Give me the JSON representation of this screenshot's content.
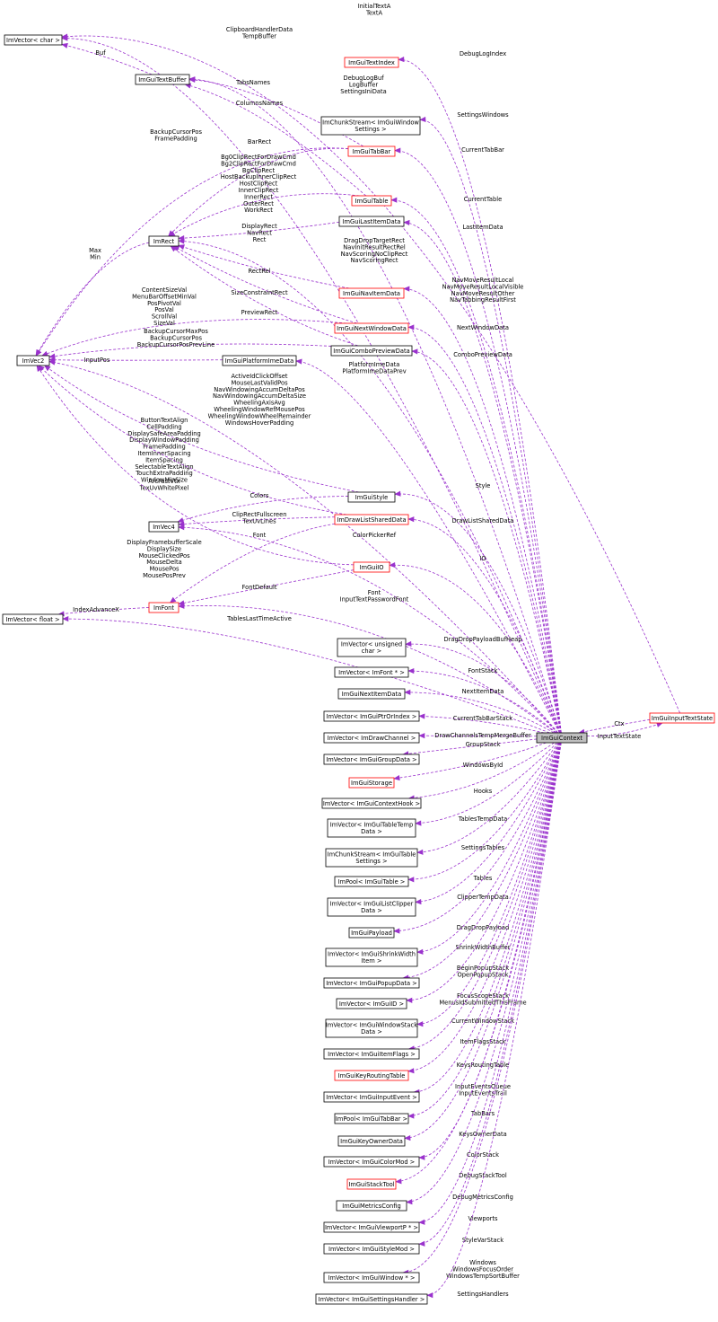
{
  "nodes": {
    "vec_char": {
      "lines": [
        "ImVector< char >"
      ],
      "red": false
    },
    "text_buffer": {
      "lines": [
        "ImGuiTextBuffer"
      ],
      "red": false
    },
    "text_index": {
      "lines": [
        "ImGuiTextIndex"
      ],
      "red": true
    },
    "chunk_window_settings": {
      "lines": [
        "ImChunkStream< ImGuiWindow",
        "Settings >"
      ],
      "red": false
    },
    "tab_bar": {
      "lines": [
        "ImGuiTabBar"
      ],
      "red": true
    },
    "table": {
      "lines": [
        "ImGuiTable"
      ],
      "red": true
    },
    "rect": {
      "lines": [
        "ImRect"
      ],
      "red": false
    },
    "last_item": {
      "lines": [
        "ImGuiLastItemData"
      ],
      "red": false
    },
    "nav_item": {
      "lines": [
        "ImGuiNavItemData"
      ],
      "red": true
    },
    "next_window": {
      "lines": [
        "ImGuiNextWindowData"
      ],
      "red": true
    },
    "combo_preview": {
      "lines": [
        "ImGuiComboPreviewData"
      ],
      "red": false
    },
    "vec2": {
      "lines": [
        "ImVec2"
      ],
      "red": false
    },
    "platform_ime": {
      "lines": [
        "ImGuiPlatformImeData"
      ],
      "red": false
    },
    "style": {
      "lines": [
        "ImGuiStyle"
      ],
      "red": false
    },
    "vec4": {
      "lines": [
        "ImVec4"
      ],
      "red": false
    },
    "draw_list_shared": {
      "lines": [
        "ImDrawListSharedData"
      ],
      "red": true
    },
    "io": {
      "lines": [
        "ImGuiIO"
      ],
      "red": true
    },
    "font": {
      "lines": [
        "ImFont"
      ],
      "red": true
    },
    "vec_float": {
      "lines": [
        "ImVector< float >"
      ],
      "red": false
    },
    "input_text_state": {
      "lines": [
        "ImGuiInputTextState"
      ],
      "red": true
    },
    "context": {
      "lines": [
        "ImGuiContext"
      ],
      "red": false
    },
    "vec_uchar": {
      "lines": [
        "ImVector< unsigned",
        "char >"
      ],
      "red": false
    },
    "vec_font_ptr": {
      "lines": [
        "ImVector< ImFont * >"
      ],
      "red": false
    },
    "next_item": {
      "lines": [
        "ImGuiNextItemData"
      ],
      "red": false
    },
    "vec_ptr_or_index": {
      "lines": [
        "ImVector< ImGuiPtrOrIndex >"
      ],
      "red": false
    },
    "vec_draw_channel": {
      "lines": [
        "ImVector< ImDrawChannel >"
      ],
      "red": false
    },
    "vec_group_data": {
      "lines": [
        "ImVector< ImGuiGroupData >"
      ],
      "red": false
    },
    "storage": {
      "lines": [
        "ImGuiStorage"
      ],
      "red": true
    },
    "vec_context_hook": {
      "lines": [
        "ImVector< ImGuiContextHook >"
      ],
      "red": false
    },
    "vec_table_temp": {
      "lines": [
        "ImVector< ImGuiTableTemp",
        "Data >"
      ],
      "red": false
    },
    "chunk_table_settings": {
      "lines": [
        "ImChunkStream< ImGuiTable",
        "Settings >"
      ],
      "red": false
    },
    "pool_table": {
      "lines": [
        "ImPool< ImGuiTable >"
      ],
      "red": false
    },
    "vec_list_clipper": {
      "lines": [
        "ImVector< ImGuiListClipper",
        "Data >"
      ],
      "red": false
    },
    "payload": {
      "lines": [
        "ImGuiPayload"
      ],
      "red": false
    },
    "vec_shrink_width": {
      "lines": [
        "ImVector< ImGuiShrinkWidth",
        "Item >"
      ],
      "red": false
    },
    "vec_popup_data": {
      "lines": [
        "ImVector< ImGuiPopupData >"
      ],
      "red": false
    },
    "vec_id": {
      "lines": [
        "ImVector< ImGuiID >"
      ],
      "red": false
    },
    "vec_window_stack": {
      "lines": [
        "ImVector< ImGuiWindowStack",
        "Data >"
      ],
      "red": false
    },
    "vec_item_flags": {
      "lines": [
        "ImVector< ImGuiItemFlags >"
      ],
      "red": false
    },
    "key_routing": {
      "lines": [
        "ImGuiKeyRoutingTable"
      ],
      "red": true
    },
    "vec_input_event": {
      "lines": [
        "ImVector< ImGuiInputEvent >"
      ],
      "red": false
    },
    "pool_tab_bar": {
      "lines": [
        "ImPool< ImGuiTabBar >"
      ],
      "red": false
    },
    "key_owner": {
      "lines": [
        "ImGuiKeyOwnerData"
      ],
      "red": false
    },
    "vec_color_mod": {
      "lines": [
        "ImVector< ImGuiColorMod >"
      ],
      "red": false
    },
    "stack_tool": {
      "lines": [
        "ImGuiStackTool"
      ],
      "red": true
    },
    "metrics_config": {
      "lines": [
        "ImGuiMetricsConfig"
      ],
      "red": false
    },
    "vec_viewport": {
      "lines": [
        "ImVector< ImGuiViewportP * >"
      ],
      "red": false
    },
    "vec_style_mod": {
      "lines": [
        "ImVector< ImGuiStyleMod >"
      ],
      "red": false
    },
    "vec_window_ptr": {
      "lines": [
        "ImVector< ImGuiWindow * >"
      ],
      "red": false
    },
    "vec_settings_handler": {
      "lines": [
        "ImVector< ImGuiSettingsHandler >"
      ],
      "red": false
    }
  },
  "edges": [
    {
      "from": "input_text_state",
      "to": "vec_char",
      "label": [
        "InitialTextA",
        "TextA"
      ]
    },
    {
      "from": "context",
      "to": "vec_char",
      "label": [
        "ClipboardHandlerData",
        "TempBuffer"
      ]
    },
    {
      "from": "text_buffer",
      "to": "vec_char",
      "label": [
        "Buf"
      ]
    },
    {
      "from": "context",
      "to": "text_index",
      "label": [
        "DebugLogIndex"
      ]
    },
    {
      "from": "context",
      "to": "text_buffer",
      "label": [
        "DebugLogBuf",
        "LogBuffer",
        "SettingsIniData"
      ]
    },
    {
      "from": "tab_bar",
      "to": "text_buffer",
      "label": [
        "TabsNames"
      ]
    },
    {
      "from": "table",
      "to": "text_buffer",
      "label": [
        "ColumnsNames"
      ]
    },
    {
      "from": "context",
      "to": "chunk_window_settings",
      "label": [
        "SettingsWindows"
      ]
    },
    {
      "from": "context",
      "to": "tab_bar",
      "label": [
        "CurrentTabBar"
      ]
    },
    {
      "from": "tab_bar",
      "to": "vec2",
      "label": [
        "BackupCursorPos",
        "FramePadding"
      ]
    },
    {
      "from": "tab_bar",
      "to": "rect",
      "label": [
        "BarRect"
      ]
    },
    {
      "from": "table",
      "to": "rect",
      "label": [
        "Bg0ClipRectForDrawCmd",
        "Bg2ClipRectForDrawCmd",
        "BgClipRect",
        "HostBackupInnerClipRect",
        "HostClipRect",
        "InnerClipRect",
        "InnerRect",
        "OuterRect",
        "WorkRect"
      ]
    },
    {
      "from": "context",
      "to": "table",
      "label": [
        "CurrentTable"
      ]
    },
    {
      "from": "context",
      "to": "last_item",
      "label": [
        "LastItemData"
      ]
    },
    {
      "from": "last_item",
      "to": "rect",
      "label": [
        "DisplayRect",
        "NavRect",
        "Rect"
      ]
    },
    {
      "from": "context",
      "to": "rect",
      "label": [
        "DragDropTargetRect",
        "NavInitResultRectRel",
        "NavScoringNoClipRect",
        "NavScoringRect"
      ]
    },
    {
      "from": "rect",
      "to": "vec2",
      "label": [
        "Max",
        "Min"
      ]
    },
    {
      "from": "nav_item",
      "to": "rect",
      "label": [
        "RectRel"
      ]
    },
    {
      "from": "context",
      "to": "nav_item",
      "label": [
        "NavMoveResultLocal",
        "NavMoveResultLocalVisible",
        "NavMoveResultOther",
        "NavTabbingResultFirst"
      ]
    },
    {
      "from": "next_window",
      "to": "rect",
      "label": [
        "SizeConstraintRect"
      ]
    },
    {
      "from": "combo_preview",
      "to": "rect",
      "label": [
        "PreviewRect"
      ]
    },
    {
      "from": "next_window",
      "to": "vec2",
      "label": [
        "ContentSizeVal",
        "MenuBarOffsetMinVal",
        "PosPivotVal",
        "PosVal",
        "ScrollVal",
        "SizeVal"
      ]
    },
    {
      "from": "context",
      "to": "next_window",
      "label": [
        "NextWindowData"
      ]
    },
    {
      "from": "combo_preview",
      "to": "vec2",
      "label": [
        "BackupCursorMaxPos",
        "BackupCursorPos",
        "BackupCursorPosPrevLine"
      ]
    },
    {
      "from": "context",
      "to": "combo_preview",
      "label": [
        "ComboPreviewData"
      ]
    },
    {
      "from": "platform_ime",
      "to": "vec2",
      "label": [
        "InputPos"
      ]
    },
    {
      "from": "context",
      "to": "platform_ime",
      "label": [
        "PlatformImeData",
        "PlatformImeDataPrev"
      ]
    },
    {
      "from": "context",
      "to": "vec2",
      "label": [
        "ActiveIdClickOffset",
        "MouseLastValidPos",
        "NavWindowingAccumDeltaPos",
        "NavWindowingAccumDeltaSize",
        "WheelingAxisAvg",
        "WheelingWindowRefMousePos",
        "WheelingWindowWheelRemainder",
        "WindowsHoverPadding"
      ]
    },
    {
      "from": "style",
      "to": "vec2",
      "label": [
        "ButtonTextAlign",
        "CellPadding",
        "DisplaySafeAreaPadding",
        "DisplayWindowPadding",
        "FramePadding",
        "ItemInnerSpacing",
        "ItemSpacing",
        "SelectableTextAlign",
        "TouchExtraPadding",
        "WindowMinSize",
        "..."
      ]
    },
    {
      "from": "draw_list_shared",
      "to": "vec2",
      "label": [
        "ArcFastVtx",
        "TexUvWhitePixel"
      ]
    },
    {
      "from": "context",
      "to": "style",
      "label": [
        "Style"
      ]
    },
    {
      "from": "style",
      "to": "vec4",
      "label": [
        "Colors"
      ]
    },
    {
      "from": "draw_list_shared",
      "to": "vec4",
      "label": [
        "ClipRectFullscreen",
        "TexUvLines"
      ]
    },
    {
      "from": "context",
      "to": "draw_list_shared",
      "label": [
        "DrawListSharedData"
      ]
    },
    {
      "from": "draw_list_shared",
      "to": "font",
      "label": [
        "Font"
      ]
    },
    {
      "from": "context",
      "to": "vec4",
      "label": [
        "ColorPickerRef"
      ]
    },
    {
      "from": "context",
      "to": "io",
      "label": [
        "IO"
      ]
    },
    {
      "from": "io",
      "to": "vec2",
      "label": [
        "DisplayFramebufferScale",
        "DisplaySize",
        "MouseClickedPos",
        "MouseDelta",
        "MousePos",
        "MousePosPrev"
      ]
    },
    {
      "from": "io",
      "to": "font",
      "label": [
        "FontDefault"
      ]
    },
    {
      "from": "context",
      "to": "font",
      "label": [
        "Font",
        "InputTextPasswordFont"
      ]
    },
    {
      "from": "font",
      "to": "vec_float",
      "label": [
        "IndexAdvanceX"
      ]
    },
    {
      "from": "context",
      "to": "vec_float",
      "label": [
        "TablesLastTimeActive"
      ]
    },
    {
      "from": "input_text_state",
      "to": "context",
      "label": [
        "Ctx"
      ]
    },
    {
      "from": "context",
      "to": "input_text_state",
      "label": [
        "InputTextState"
      ]
    },
    {
      "from": "context",
      "to": "vec_uchar",
      "label": [
        "DragDropPayloadBufHeap"
      ]
    },
    {
      "from": "context",
      "to": "vec_font_ptr",
      "label": [
        "FontStack"
      ]
    },
    {
      "from": "context",
      "to": "next_item",
      "label": [
        "NextItemData"
      ]
    },
    {
      "from": "context",
      "to": "vec_ptr_or_index",
      "label": [
        "CurrentTabBarStack"
      ]
    },
    {
      "from": "context",
      "to": "vec_draw_channel",
      "label": [
        "DrawChannelsTempMergeBuffer"
      ]
    },
    {
      "from": "context",
      "to": "vec_group_data",
      "label": [
        "GroupStack"
      ]
    },
    {
      "from": "context",
      "to": "storage",
      "label": [
        "WindowsById"
      ]
    },
    {
      "from": "context",
      "to": "vec_context_hook",
      "label": [
        "Hooks"
      ]
    },
    {
      "from": "context",
      "to": "vec_table_temp",
      "label": [
        "TablesTempData"
      ]
    },
    {
      "from": "context",
      "to": "chunk_table_settings",
      "label": [
        "SettingsTables"
      ]
    },
    {
      "from": "context",
      "to": "pool_table",
      "label": [
        "Tables"
      ]
    },
    {
      "from": "context",
      "to": "vec_list_clipper",
      "label": [
        "ClipperTempData"
      ]
    },
    {
      "from": "context",
      "to": "payload",
      "label": [
        "DragDropPayload"
      ]
    },
    {
      "from": "context",
      "to": "vec_shrink_width",
      "label": [
        "ShrinkWidthBuffer"
      ]
    },
    {
      "from": "context",
      "to": "vec_popup_data",
      "label": [
        "BeginPopupStack",
        "OpenPopupStack"
      ]
    },
    {
      "from": "context",
      "to": "vec_id",
      "label": [
        "FocusScopeStack",
        "MenusIdSubmittedThisFrame"
      ]
    },
    {
      "from": "context",
      "to": "vec_window_stack",
      "label": [
        "CurrentWindowStack"
      ]
    },
    {
      "from": "context",
      "to": "vec_item_flags",
      "label": [
        "ItemFlagsStack"
      ]
    },
    {
      "from": "context",
      "to": "key_routing",
      "label": [
        "KeysRoutingTable"
      ]
    },
    {
      "from": "context",
      "to": "vec_input_event",
      "label": [
        "InputEventsQueue",
        "InputEventsTrail"
      ]
    },
    {
      "from": "context",
      "to": "pool_tab_bar",
      "label": [
        "TabBars"
      ]
    },
    {
      "from": "context",
      "to": "key_owner",
      "label": [
        "KeysOwnerData"
      ]
    },
    {
      "from": "context",
      "to": "vec_color_mod",
      "label": [
        "ColorStack"
      ]
    },
    {
      "from": "context",
      "to": "stack_tool",
      "label": [
        "DebugStackTool"
      ]
    },
    {
      "from": "context",
      "to": "metrics_config",
      "label": [
        "DebugMetricsConfig"
      ]
    },
    {
      "from": "context",
      "to": "vec_viewport",
      "label": [
        "Viewports"
      ]
    },
    {
      "from": "context",
      "to": "vec_style_mod",
      "label": [
        "StyleVarStack"
      ]
    },
    {
      "from": "context",
      "to": "vec_window_ptr",
      "label": [
        "Windows",
        "WindowsFocusOrder",
        "WindowsTempSortBuffer"
      ]
    },
    {
      "from": "context",
      "to": "vec_settings_handler",
      "label": [
        "SettingsHandlers"
      ]
    }
  ]
}
